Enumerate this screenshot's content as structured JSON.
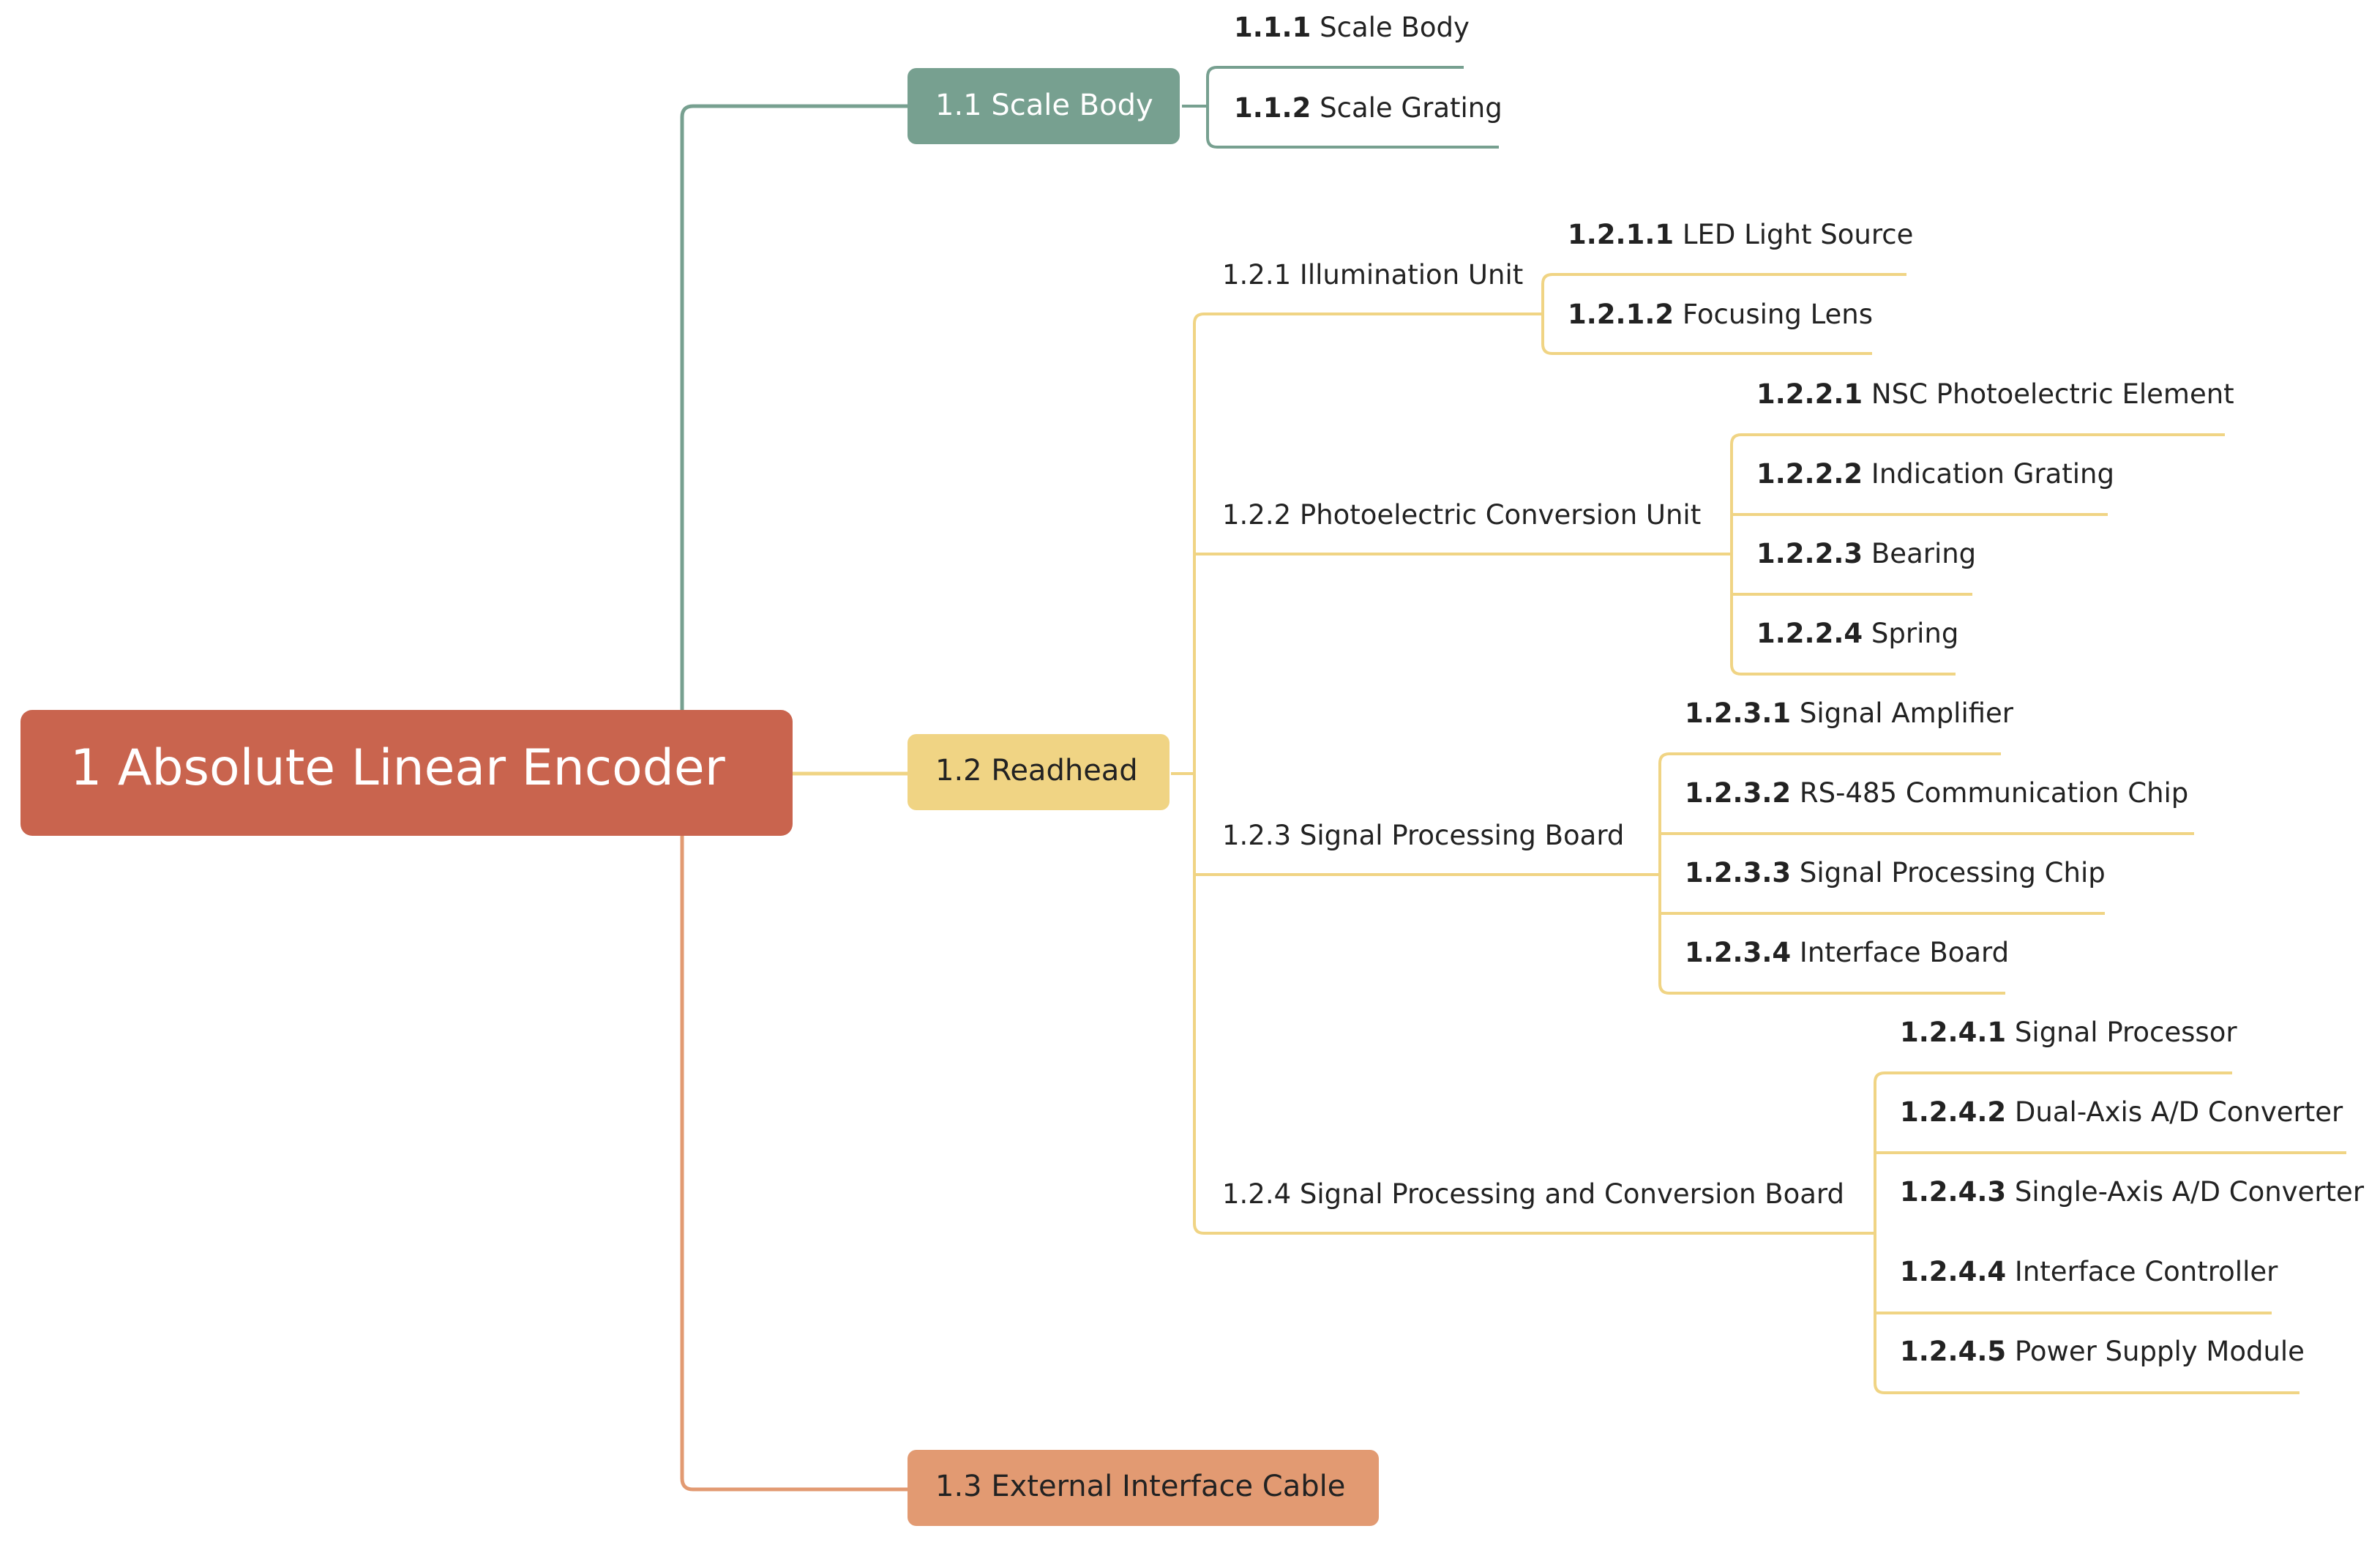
{
  "root": {
    "label": "1 Absolute Linear Encoder",
    "color": "#C9644E"
  },
  "branches": [
    {
      "id": "b1",
      "label": "1.1 Scale Body",
      "color": "#77A090",
      "text_color": "#FFFFFF",
      "children": [
        {
          "id": "b1c1",
          "code": "1.1.1",
          "name": "Scale Body"
        },
        {
          "id": "b1c2",
          "code": "1.1.2",
          "name": "Scale Grating"
        }
      ]
    },
    {
      "id": "b2",
      "label": "1.2 Readhead",
      "color": "#F0D484",
      "text_color": "#222222",
      "children": [
        {
          "id": "b2c1",
          "label": "1.2.1 Illumination Unit",
          "leaves": [
            {
              "code": "1.2.1.1",
              "name": "LED Light Source"
            },
            {
              "code": "1.2.1.2",
              "name": "Focusing Lens"
            }
          ]
        },
        {
          "id": "b2c2",
          "label": "1.2.2 Photoelectric Conversion Unit",
          "leaves": [
            {
              "code": "1.2.2.1",
              "name": "NSC Photoelectric Element"
            },
            {
              "code": "1.2.2.2",
              "name": "Indication Grating"
            },
            {
              "code": "1.2.2.3",
              "name": "Bearing"
            },
            {
              "code": "1.2.2.4",
              "name": "Spring"
            }
          ]
        },
        {
          "id": "b2c3",
          "label": "1.2.3 Signal Processing Board",
          "leaves": [
            {
              "code": "1.2.3.1",
              "name": "Signal Amplifier"
            },
            {
              "code": "1.2.3.2",
              "name": "RS-485 Communication Chip"
            },
            {
              "code": "1.2.3.3",
              "name": "Signal Processing Chip"
            },
            {
              "code": "1.2.3.4",
              "name": "Interface Board"
            }
          ]
        },
        {
          "id": "b2c4",
          "label": "1.2.4 Signal Processing and Conversion Board",
          "leaves": [
            {
              "code": "1.2.4.1",
              "name": "Signal Processor"
            },
            {
              "code": "1.2.4.2",
              "name": "Dual-Axis A/D Converter"
            },
            {
              "code": "1.2.4.3",
              "name": "Single-Axis A/D Converter"
            },
            {
              "code": "1.2.4.4",
              "name": "Interface Controller"
            },
            {
              "code": "1.2.4.5",
              "name": "Power Supply Module"
            }
          ]
        }
      ]
    },
    {
      "id": "b3",
      "label": "1.3 External Interface Cable",
      "color": "#E29A72",
      "text_color": "#222222",
      "children": []
    }
  ]
}
